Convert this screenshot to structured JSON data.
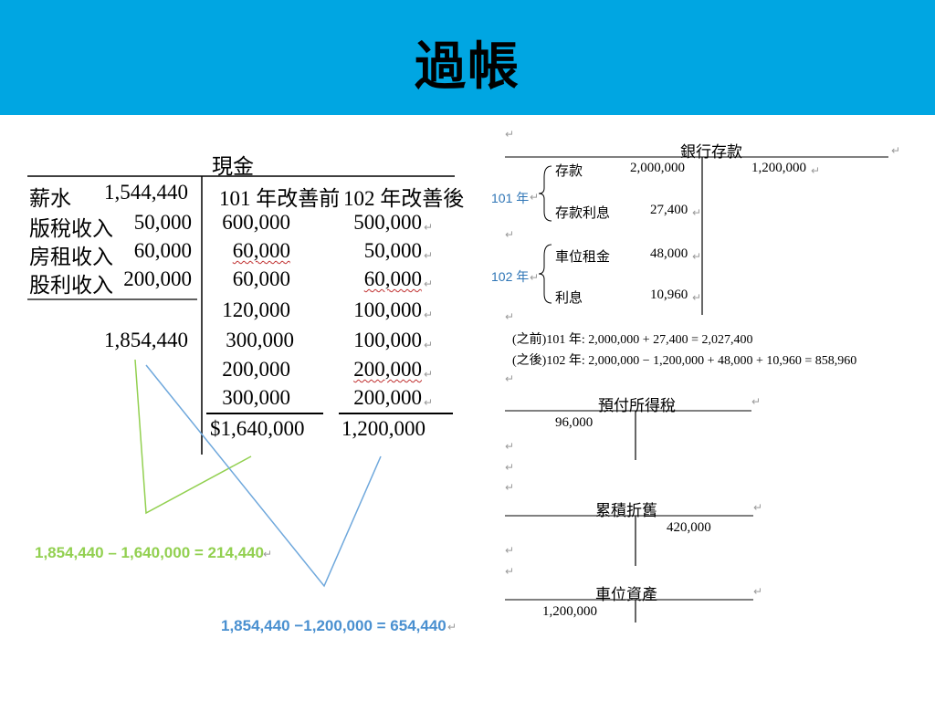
{
  "slide": {
    "title": "過帳"
  },
  "cash": {
    "heading": "現金",
    "col1": "101 年改善前",
    "col2": "102 年改善後",
    "rows": [
      {
        "label": "薪水",
        "amount": "1,544,440",
        "before": "600,000",
        "after": "500,000"
      },
      {
        "label": "版稅收入",
        "amount": "50,000",
        "before": "60,000",
        "after": "50,000"
      },
      {
        "label": "房租收入",
        "amount": "60,000",
        "before": "60,000",
        "after": "60,000"
      },
      {
        "label": "股利收入",
        "amount": "200,000",
        "before": "120,000",
        "after": "100,000"
      }
    ],
    "extra": [
      {
        "before": "300,000",
        "after": "100,000"
      },
      {
        "before": "200,000",
        "after": "200,000"
      },
      {
        "before": "300,000",
        "after": "200,000"
      }
    ],
    "left_total": "1,854,440",
    "total_before": "$1,640,000",
    "total_after": "1,200,000"
  },
  "formulas": {
    "green": "1,854,440 – 1,640,000  = 214,440",
    "blue": "1,854,440  −1,200,000  = 654,440"
  },
  "bank": {
    "heading": "銀行存款",
    "y101": "101 年",
    "y102": "102 年",
    "deposit": "存款",
    "deposit_amt": "2,000,000",
    "credit_amt": "1,200,000",
    "interest_dep": "存款利息",
    "interest_dep_amt": "27,400",
    "parking": "車位租金",
    "parking_amt": "48,000",
    "interest": "利息",
    "interest_amt": "10,960",
    "calc1": "(之前)101 年:   2,000,000 + 27,400 = 2,027,400",
    "calc2": "(之後)102 年:   2,000,000  −  1,200,000 + 48,000 + 10,960 = 858,960"
  },
  "prepaid": {
    "heading": "預付所得稅",
    "amt": "96,000"
  },
  "depr": {
    "heading": "累積折舊",
    "amt": "420,000"
  },
  "parking_asset": {
    "heading": "車位資產",
    "amt": "1,200,000"
  },
  "marks": {
    "ret": "↵"
  }
}
